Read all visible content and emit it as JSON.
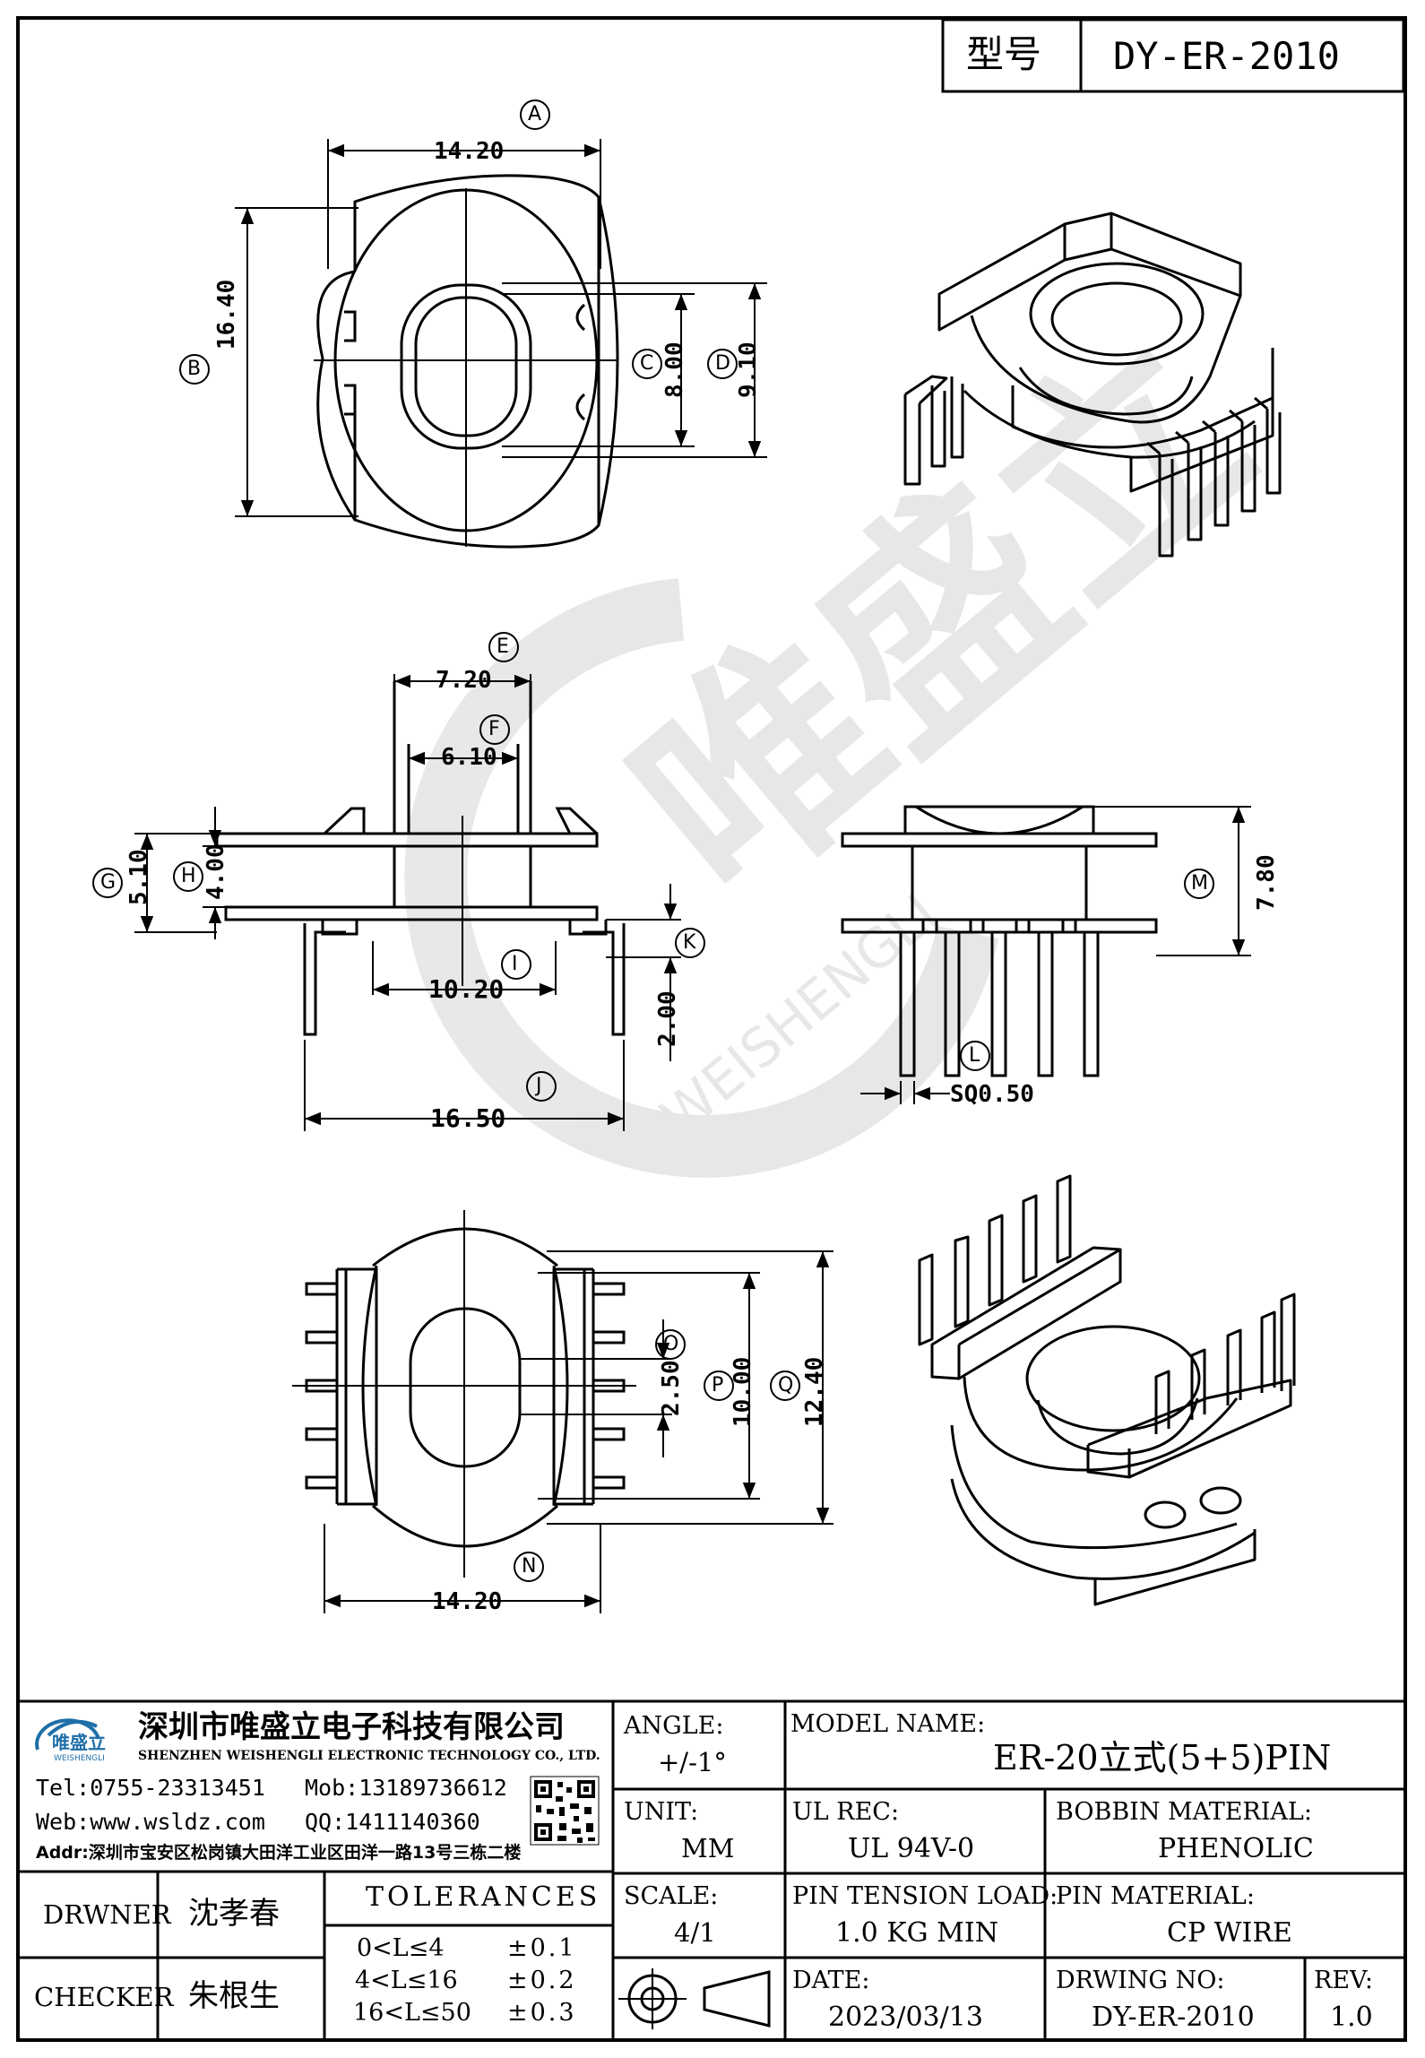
{
  "header": {
    "model_label": "型号",
    "model_value": "DY-ER-2010"
  },
  "dims": {
    "A": "14.20",
    "B": "16.40",
    "C": "8.00",
    "D": "9.10",
    "E": "7.20",
    "F": "6.10",
    "G": "5.10",
    "H": "4.00",
    "I": "10.20",
    "J": "16.50",
    "K": "2.00",
    "L": "SQ0.50",
    "M": "7.80",
    "N": "14.20",
    "O": "2.50",
    "P": "10.00",
    "Q": "12.40"
  },
  "labels": {
    "A": "A",
    "B": "B",
    "C": "C",
    "D": "D",
    "E": "E",
    "F": "F",
    "G": "G",
    "H": "H",
    "I": "I",
    "J": "J",
    "K": "K",
    "L": "L",
    "M": "M",
    "N": "N",
    "O": "O",
    "P": "P",
    "Q": "Q"
  },
  "watermark": {
    "name": "唯盛立",
    "roman": "WEISHENGLI"
  },
  "company": {
    "logo_text": "唯盛立",
    "logo_sub": "WEISHENGLI",
    "name_cn": "深圳市唯盛立电子科技有限公司",
    "name_en": "SHENZHEN WEISHENGLI ELECTRONIC TECHNOLOGY CO., LTD.",
    "tel": "Tel:0755-23313451",
    "mob": "Mob:13189736612",
    "web": "Web:www.wsldz.com",
    "qq": "QQ:1411140360",
    "addr": "Addr:深圳市宝安区松岗镇大田洋工业区田洋一路13号三栋二楼"
  },
  "title_block": {
    "drawer_label": "DRWNER",
    "drawer_value": "沈孝春",
    "checker_label": "CHECKER",
    "checker_value": "朱根生",
    "tolerances_label": "TOLERANCES",
    "tol_rows": [
      {
        "range": "0<L≤4",
        "tol": "±0.1"
      },
      {
        "range": "4<L≤16",
        "tol": "±0.2"
      },
      {
        "range": "16<L≤50",
        "tol": "±0.3"
      }
    ],
    "angle_label": "ANGLE:",
    "angle_value": "+/-1°",
    "unit_label": "UNIT:",
    "unit_value": "MM",
    "scale_label": "SCALE:",
    "scale_value": "4/1",
    "model_name_label": "MODEL NAME:",
    "model_name_value": "ER-20立式(5+5)PIN",
    "ul_label": "UL REC:",
    "ul_value": "UL 94V-0",
    "bobbin_label": "BOBBIN MATERIAL:",
    "bobbin_value": "PHENOLIC",
    "pin_tension_label": "PIN TENSION LOAD:",
    "pin_tension_value": "1.0 KG MIN",
    "pin_material_label": "PIN MATERIAL:",
    "pin_material_value": "CP WIRE",
    "date_label": "DATE:",
    "date_value": "2023/03/13",
    "drwing_no_label": "DRWING NO:",
    "drwing_no_value": "DY-ER-2010",
    "rev_label": "REV:",
    "rev_value": "1.0"
  }
}
